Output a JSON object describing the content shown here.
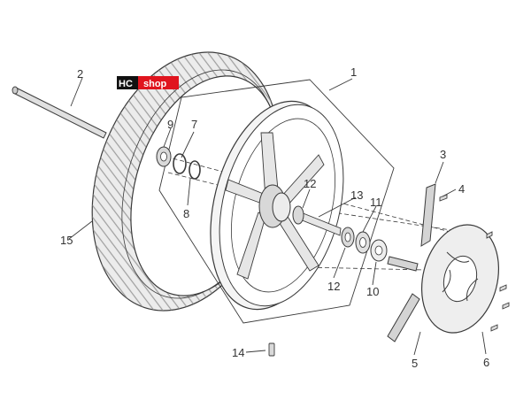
{
  "logo": {
    "part1": "HC",
    "part2": "shop",
    "bg_dark": "#111111",
    "bg_red": "#e0141e",
    "text_color": "#ffffff"
  },
  "callouts": {
    "c1": "1",
    "c2": "2",
    "c3": "3",
    "c4": "4",
    "c5": "5",
    "c6": "6",
    "c7": "7",
    "c8": "8",
    "c9": "9",
    "c10": "10",
    "c11": "11",
    "c12a": "12",
    "c12b": "12",
    "c13": "13",
    "c14": "14",
    "c15": "15"
  },
  "colors": {
    "line": "#3a3a3a",
    "tire_fill": "#e8e8e8",
    "tread": "#8a8a8a",
    "part_fill": "#dcdcdc",
    "label": "#333333"
  }
}
